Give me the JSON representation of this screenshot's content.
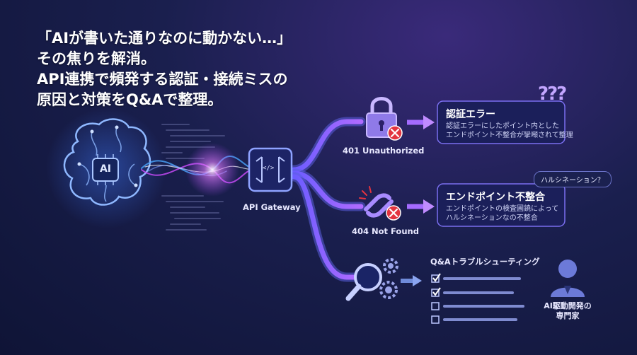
{
  "headline": {
    "lines": [
      "「AIが書いた通りなのに動かない…」",
      "その焦りを解消。",
      "API連携で頻発する認証・接続ミスの",
      "原因と対策をQ&Aで整理。"
    ]
  },
  "brain": {
    "label": "AI"
  },
  "gateway": {
    "label": "API Gateway",
    "icon_text": "</>"
  },
  "errors": [
    {
      "status": "401 Unauthorized",
      "icon": "lock-icon"
    },
    {
      "status": "404 Not Found",
      "icon": "broken-link-icon"
    }
  ],
  "cards": [
    {
      "title": "認証エラー",
      "desc": [
        "認証エラーにしたポイント内とした",
        "エンドポイント不整合が攣噸されて整理"
      ]
    },
    {
      "title": "エンドポイント不整合",
      "desc": [
        "エンドポイントの検査圃鐃によって",
        "ハルシネーションなの不整合"
      ]
    }
  ],
  "question_marks": "???",
  "bubble_text": "ハルシネーション？",
  "troubleshoot": {
    "title": "Q&Aトラブルシューティング"
  },
  "expert": {
    "lines": [
      "AI駆動開発の",
      "専門家"
    ]
  },
  "colors": {
    "accent_purple": "#a46bff",
    "error_red": "#e3343f",
    "pink_glow": "#d04cff",
    "blue_glow": "#4aa6ff"
  }
}
